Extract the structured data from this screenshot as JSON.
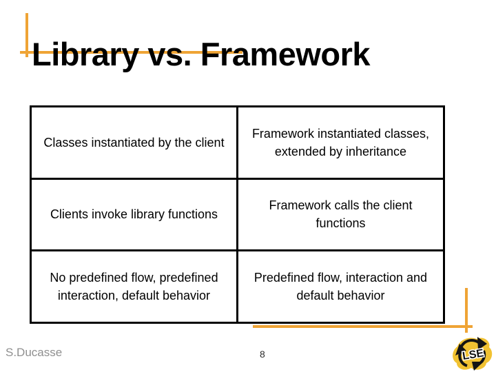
{
  "slide": {
    "title": "Library vs. Framework",
    "table": {
      "rows": [
        {
          "library": [
            "Classes instantiated by the client"
          ],
          "framework": [
            "Framework instantiated classes,",
            "extended by inheritance"
          ]
        },
        {
          "library": [
            "Clients invoke library functions"
          ],
          "framework": [
            "Framework calls the client",
            "functions"
          ]
        },
        {
          "library": [
            "No predefined flow, predefined",
            "interaction, default behavior"
          ],
          "framework": [
            "Predefined flow, interaction and",
            "default behavior"
          ]
        }
      ]
    },
    "footer": {
      "author": "S.Ducasse",
      "page_number": "8"
    },
    "logo": {
      "text": "LSE"
    }
  },
  "colors": {
    "accent_orange": "#EFA435",
    "logo_yellow": "#F1C232",
    "table_border": "#000000",
    "title_color": "#000000",
    "footer_gray": "#8F8F8F",
    "page_number_color": "#2b2b2b"
  }
}
